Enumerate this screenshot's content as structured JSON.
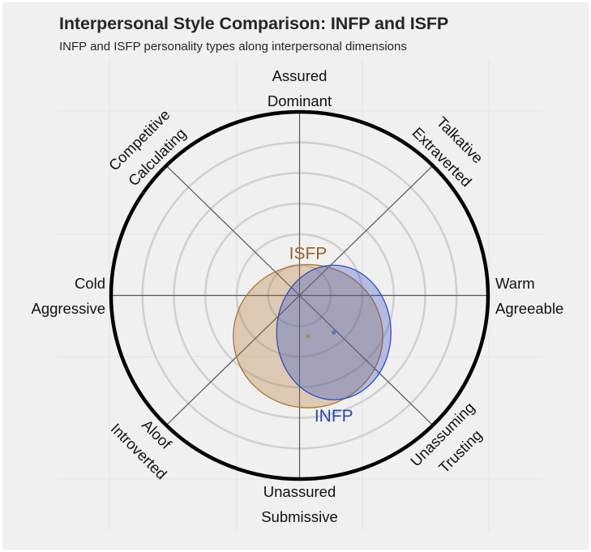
{
  "header": {
    "title": "Interpersonal Style Comparison: INFP and ISFP",
    "subtitle": "INFP and ISFP personality types along interpersonal dimensions"
  },
  "colors": {
    "background": "#f0f0f0",
    "grid": "#e4e4e4",
    "ring": "#cfcfcf",
    "axis": "#555555",
    "outer_ring": "#000000",
    "isfp": "#b0732a",
    "isfp_text": "#9a5f2a",
    "infp": "#2f4ec4",
    "infp_text": "#2a46b0"
  },
  "axis_labels": {
    "top": [
      "Assured",
      "Dominant"
    ],
    "bottom": [
      "Unassured",
      "Submissive"
    ],
    "left": [
      "Cold",
      "Aggressive"
    ],
    "right": [
      "Warm",
      "Agreeable"
    ],
    "top_left": [
      "Competitive",
      "Calculating"
    ],
    "top_right": [
      "Talkative",
      "Extraverted"
    ],
    "bottom_left": [
      "Aloof",
      "Introverted"
    ],
    "bottom_right": [
      "Unassuming",
      "Trusting"
    ]
  },
  "chart_data": {
    "type": "scatter",
    "subtype": "interpersonal circumplex with confidence ellipses",
    "title": "Interpersonal Style Comparison: INFP and ISFP",
    "subtitle": "INFP and ISFP personality types along interpersonal dimensions",
    "xlabel": "Cold/Aggressive (-) to Warm/Agreeable (+)",
    "ylabel": "Unassured/Submissive (-) to Assured/Dominant (+)",
    "xlim": [
      -6,
      6
    ],
    "ylim": [
      -6,
      6
    ],
    "rings": [
      1,
      2,
      3,
      4,
      5
    ],
    "outer_radius": 6,
    "grid": true,
    "legend": "none (inline labels)",
    "series": [
      {
        "name": "ISFP",
        "color": "#b0732a",
        "x": 0.27,
        "y": -1.33,
        "ellipse_rx": 2.38,
        "ellipse_ry": 2.34,
        "label_position": "above ellipse"
      },
      {
        "name": "INFP",
        "color": "#2f4ec4",
        "x": 1.09,
        "y": -1.21,
        "ellipse_rx": 1.82,
        "ellipse_ry": 2.2,
        "label_position": "below ellipse"
      }
    ]
  },
  "labels": {
    "isfp": "ISFP",
    "infp": "INFP"
  }
}
